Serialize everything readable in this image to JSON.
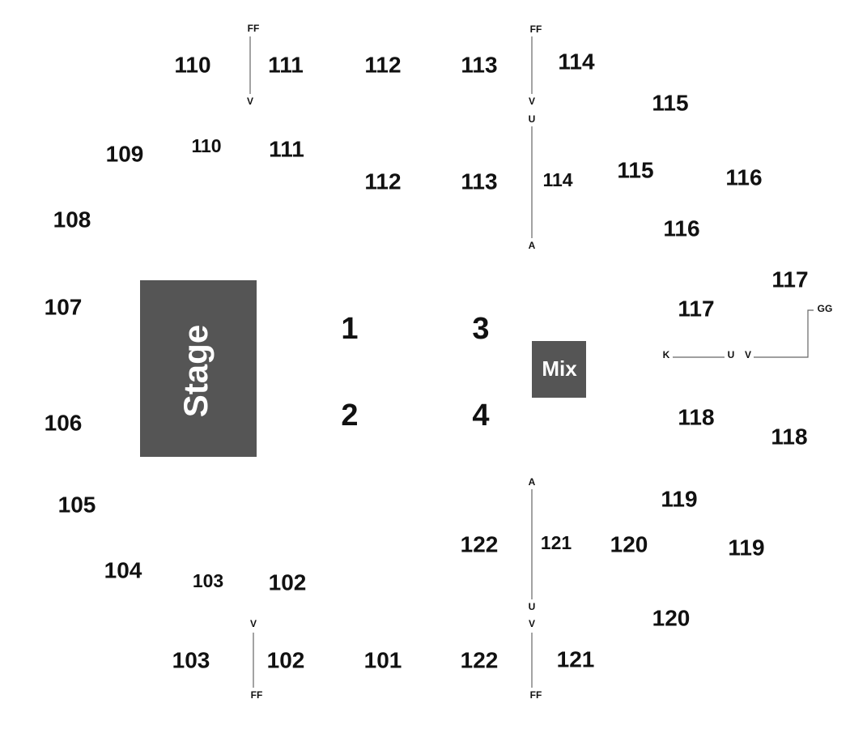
{
  "colors": {
    "block": "#555555",
    "line": "#666666",
    "text": "#111111",
    "block_text": "#ffffff"
  },
  "stage": {
    "label": "Stage"
  },
  "mix": {
    "label": "Mix"
  },
  "floor_sections": [
    "1",
    "2",
    "3",
    "4"
  ],
  "sections": [
    "110",
    "111",
    "112",
    "113",
    "114",
    "115",
    "109",
    "110",
    "111",
    "112",
    "113",
    "114",
    "115",
    "116",
    "108",
    "116",
    "117",
    "107",
    "117",
    "106",
    "118",
    "118",
    "105",
    "119",
    "122",
    "121",
    "120",
    "119",
    "104",
    "103",
    "102",
    "120",
    "103",
    "102",
    "101",
    "122",
    "121"
  ],
  "row_labels": [
    "FF",
    "V",
    "FF",
    "V",
    "U",
    "A",
    "GG",
    "K",
    "U",
    "V",
    "A",
    "U",
    "V",
    "FF",
    "V",
    "FF"
  ]
}
